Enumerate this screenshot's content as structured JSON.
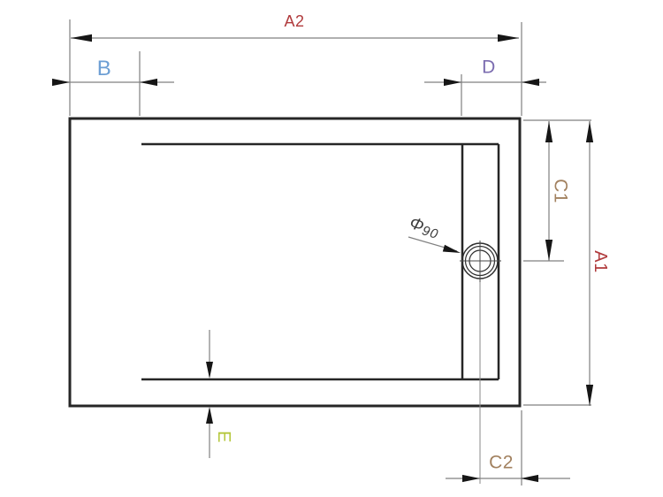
{
  "drawing": {
    "dimension_labels": {
      "a2": "A2",
      "b": "B",
      "d": "D",
      "c1": "C1",
      "a1": "A1",
      "c2": "C2",
      "e": "E"
    },
    "drain": {
      "diameter_symbol": "Φ",
      "diameter_value": "90"
    },
    "colors": {
      "a_labels": "#b03a3c",
      "b_label": "#6d9fd4",
      "d_label": "#7b6cb0",
      "c_labels": "#a2815f",
      "e_label": "#b5c73c",
      "diameter_label": "#3c3c3c",
      "object_lines": "#262626",
      "dimension_lines": "#808080",
      "background": "#ffffff"
    }
  }
}
